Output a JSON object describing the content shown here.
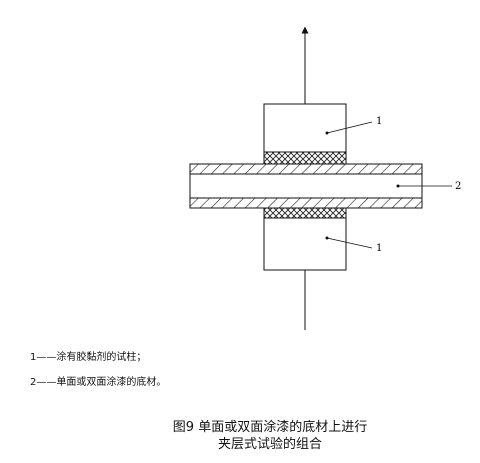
{
  "callouts": {
    "top_post": "1",
    "bottom_post": "1",
    "substrate": "2"
  },
  "legend": {
    "item1": "1——涂有胶黏剂的试柱；",
    "item2": "2——单面或双面涂漆的底材。"
  },
  "caption": {
    "line1": "图9  单面或双面涂漆的底材上进行",
    "line2": "夹层式试验的组合"
  }
}
